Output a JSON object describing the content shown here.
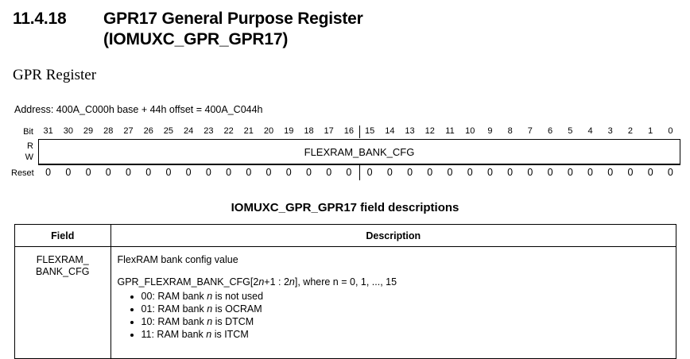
{
  "heading": {
    "number": "11.4.18",
    "title": "GPR17 General Purpose Register (IOMUXC_GPR_GPR17)"
  },
  "subtitle": "GPR Register",
  "address_line": "Address: 400A_C000h base + 44h offset = 400A_C044h",
  "register": {
    "labels": {
      "bit": "Bit",
      "read": "R",
      "write": "W",
      "reset": "Reset"
    },
    "bits": [
      "31",
      "30",
      "29",
      "28",
      "27",
      "26",
      "25",
      "24",
      "23",
      "22",
      "21",
      "20",
      "19",
      "18",
      "17",
      "16",
      "15",
      "14",
      "13",
      "12",
      "11",
      "10",
      "9",
      "8",
      "7",
      "6",
      "5",
      "4",
      "3",
      "2",
      "1",
      "0"
    ],
    "field_name": "FLEXRAM_BANK_CFG",
    "reset_values": [
      "0",
      "0",
      "0",
      "0",
      "0",
      "0",
      "0",
      "0",
      "0",
      "0",
      "0",
      "0",
      "0",
      "0",
      "0",
      "0",
      "0",
      "0",
      "0",
      "0",
      "0",
      "0",
      "0",
      "0",
      "0",
      "0",
      "0",
      "0",
      "0",
      "0",
      "0",
      "0"
    ],
    "split_after_index": 16
  },
  "field_table": {
    "caption": "IOMUXC_GPR_GPR17 field descriptions",
    "headers": {
      "field": "Field",
      "description": "Description"
    },
    "rows": [
      {
        "field_lines": [
          "FLEXRAM_",
          "BANK_CFG"
        ],
        "description": {
          "para1": "FlexRAM bank config value",
          "para2_prefix": "GPR_FLEXRAM_BANK_CFG[2",
          "para2_var1": "n",
          "para2_mid": "+1 : 2",
          "para2_var2": "n",
          "para2_suffix": "], where n = 0, 1, ..., 15",
          "bullets": [
            {
              "prefix": "00: RAM bank ",
              "var": "n",
              "suffix": " is not used"
            },
            {
              "prefix": "01: RAM bank ",
              "var": "n",
              "suffix": " is OCRAM"
            },
            {
              "prefix": "10: RAM bank ",
              "var": "n",
              "suffix": " is DTCM"
            },
            {
              "prefix": "11: RAM bank ",
              "var": "n",
              "suffix": " is ITCM"
            }
          ]
        }
      }
    ]
  }
}
